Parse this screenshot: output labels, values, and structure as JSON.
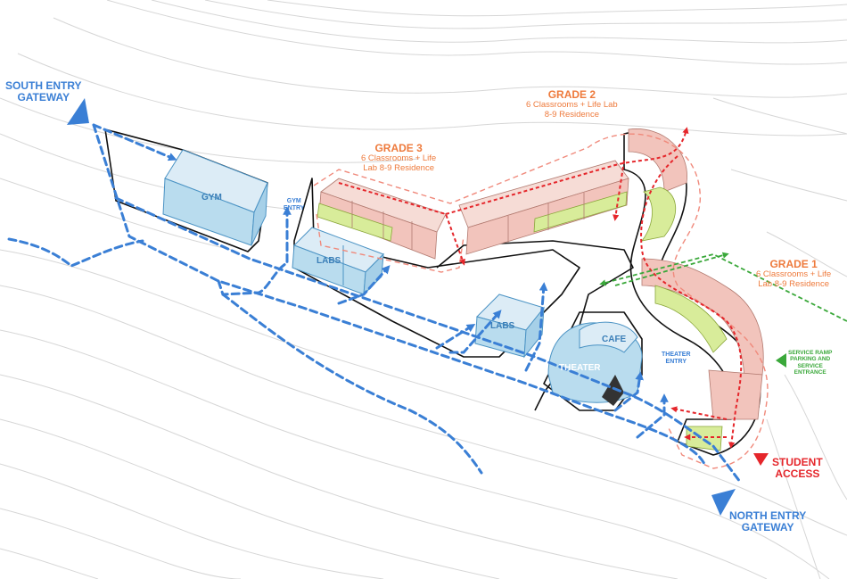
{
  "gateways": {
    "south": {
      "line1": "SOUTH ENTRY",
      "line2": "GATEWAY"
    },
    "north": {
      "line1": "NORTH ENTRY",
      "line2": "GATEWAY"
    }
  },
  "grades": {
    "grade3": {
      "title": "GRADE 3",
      "line1": "6 Classrooms + Life",
      "line2": "Lab 8-9 Residence"
    },
    "grade2": {
      "title": "GRADE 2",
      "line1": "6 Classrooms + Life Lab",
      "line2": "8-9 Residence"
    },
    "grade1": {
      "title": "GRADE 1",
      "line1": "6 Classrooms + Life",
      "line2": "Lab 8-9 Residence"
    }
  },
  "buildings": {
    "gym": "GYM",
    "labs_a": "LABS",
    "labs_b": "LABS",
    "cafe": "CAFE",
    "theater": "THEATER"
  },
  "entries": {
    "gym": {
      "line1": "GYM",
      "line2": "ENTRY"
    },
    "theater": {
      "line1": "THEATER",
      "line2": "ENTRY"
    }
  },
  "service": {
    "line1": "SERVICE RAMP",
    "line2": "PARKING AND",
    "line3": "SERVICE",
    "line4": "ENTRANCE"
  },
  "student_access": {
    "line1": "STUDENT",
    "line2": "ACCESS"
  },
  "colors": {
    "path_blue": "#3a7fd5",
    "grade_orange": "#ee7a3c",
    "student_red": "#e5262b",
    "service_green": "#3aa83a",
    "building_glass": "#bfe0f0",
    "classroom_pink": "#f2c4bc",
    "life_lab_green": "#d8ec9a"
  }
}
